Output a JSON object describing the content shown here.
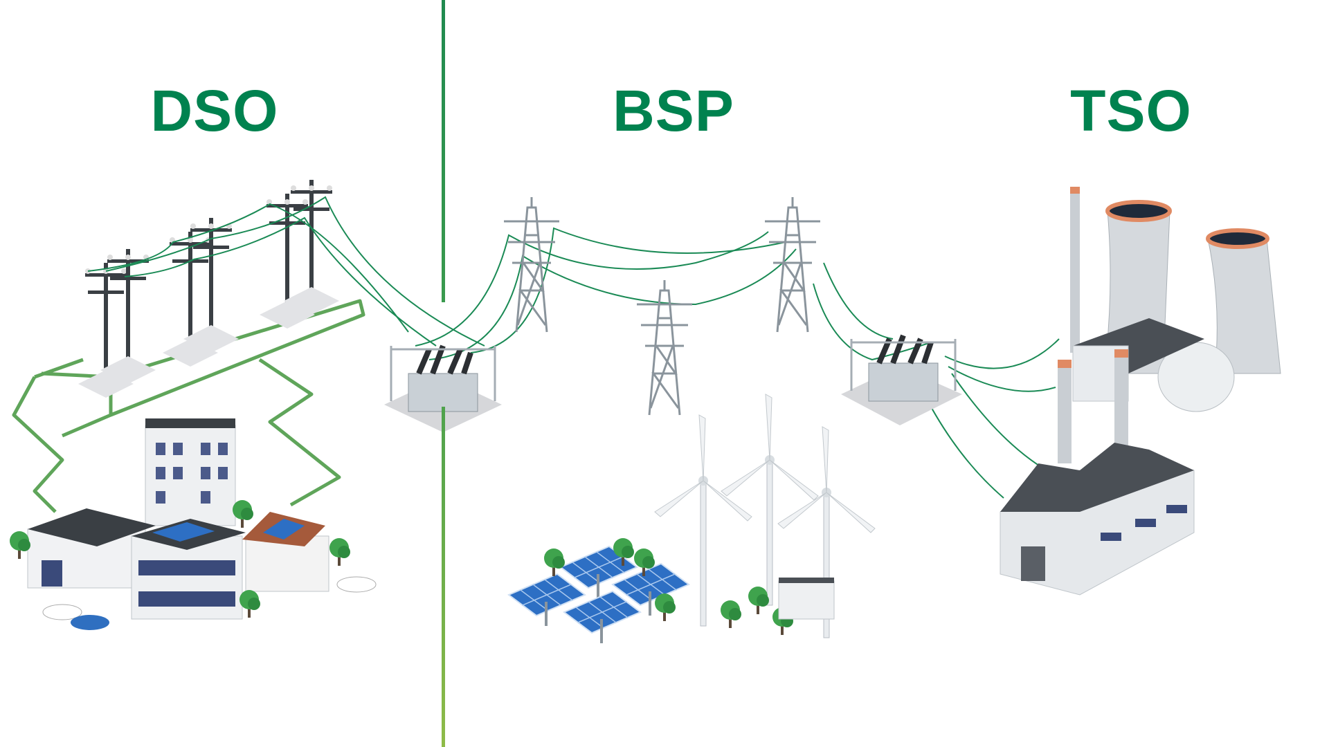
{
  "sections": {
    "dso": {
      "label": "DSO"
    },
    "bsp": {
      "label": "BSP"
    },
    "tso": {
      "label": "TSO"
    }
  },
  "colors": {
    "title": "#00824f",
    "wire": "#1a8a55",
    "circuit": "#5fa55a"
  }
}
